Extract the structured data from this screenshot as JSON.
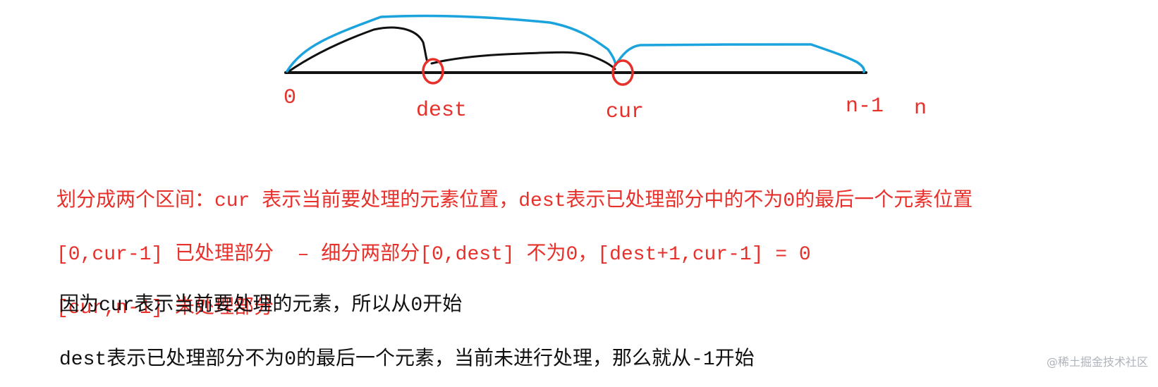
{
  "number_line": {
    "marks": {
      "zero": "0",
      "dest": "dest",
      "cur": "cur",
      "n_minus_1": "n-1",
      "n": "n"
    }
  },
  "notes_red": [
    "划分成两个区间：cur 表示当前要处理的元素位置，dest表示已处理部分中的不为0的最后一个元素位置",
    "[0,cur-1] 已处理部分  – 细分两部分[0,dest] 不为0，[dest+1,cur-1] = 0",
    "[cur,n-1] 未处理部分"
  ],
  "notes_black": [
    "因为cur表示当前要处理的元素，所以从0开始",
    "dest表示已处理部分不为0的最后一个元素，当前未进行处理，那么就从-1开始"
  ],
  "watermark": "@稀土掘金技术社区",
  "colors": {
    "red": "#e8302b",
    "blue": "#1aa3dc",
    "black": "#111111"
  }
}
